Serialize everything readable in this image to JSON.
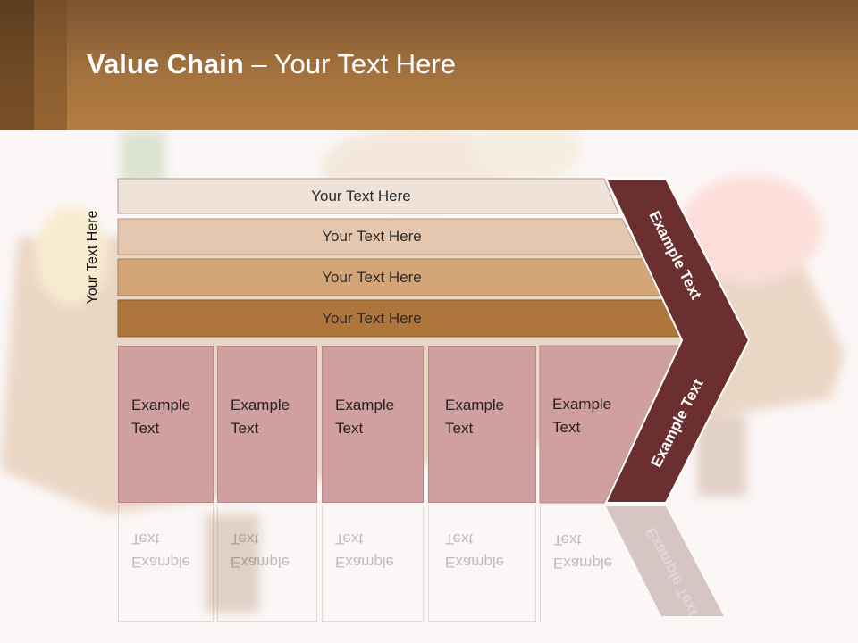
{
  "header": {
    "title_bold": "Value Chain",
    "title_rest": " – Your Text Here"
  },
  "side_label": "Your Text Here",
  "bars": [
    {
      "label": "Your Text Here",
      "color": "#efe3d9"
    },
    {
      "label": "Your Text Here",
      "color": "#e4c7ae"
    },
    {
      "label": "Your Text Here",
      "color": "#d3a577"
    },
    {
      "label": "Your Text Here",
      "color": "#ae763d"
    }
  ],
  "boxes": [
    {
      "line1": "Example",
      "line2": "Text"
    },
    {
      "line1": "Example",
      "line2": "Text"
    },
    {
      "line1": "Example",
      "line2": "Text"
    },
    {
      "line1": "Example",
      "line2": "Text"
    },
    {
      "line1": "Example",
      "line2": "Text"
    }
  ],
  "chevron": {
    "top_label": "Example Text",
    "bottom_label": "Example Text",
    "color": "#6b2f2f"
  }
}
